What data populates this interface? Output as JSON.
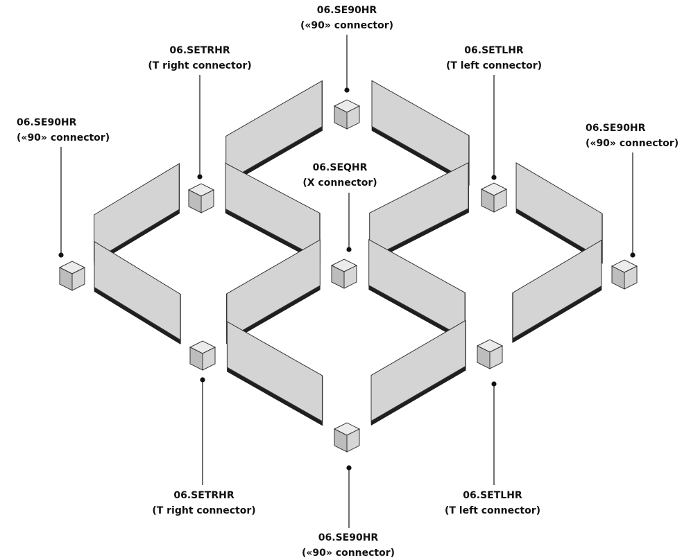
{
  "labels": {
    "top": {
      "code": "06.SE90HR",
      "desc": "(«90» connector)"
    },
    "top_left": {
      "code": "06.SETRHR",
      "desc": "(T right connector)"
    },
    "top_right": {
      "code": "06.SETLHR",
      "desc": "(T left connector)"
    },
    "left": {
      "code": "06.SE90HR",
      "desc": "(«90» connector)"
    },
    "right": {
      "code": "06.SE90HR",
      "desc": "(«90» connector)"
    },
    "center": {
      "code": "06.SEQHR",
      "desc": "(X connector)"
    },
    "bottom_left": {
      "code": "06.SETRHR",
      "desc": "(T right connector)"
    },
    "bottom_right": {
      "code": "06.SETLHR",
      "desc": "(T left connector)"
    },
    "bottom": {
      "code": "06.SE90HR",
      "desc": "(«90» connector)"
    }
  },
  "colors": {
    "panel_fill": "#d4d4d4",
    "panel_stroke": "#333333",
    "rail_fill": "#1f1f1f",
    "connector_top": "#ececec",
    "connector_side": "#bdbdbd",
    "connector_front": "#d6d6d6",
    "leader": "#111111"
  }
}
